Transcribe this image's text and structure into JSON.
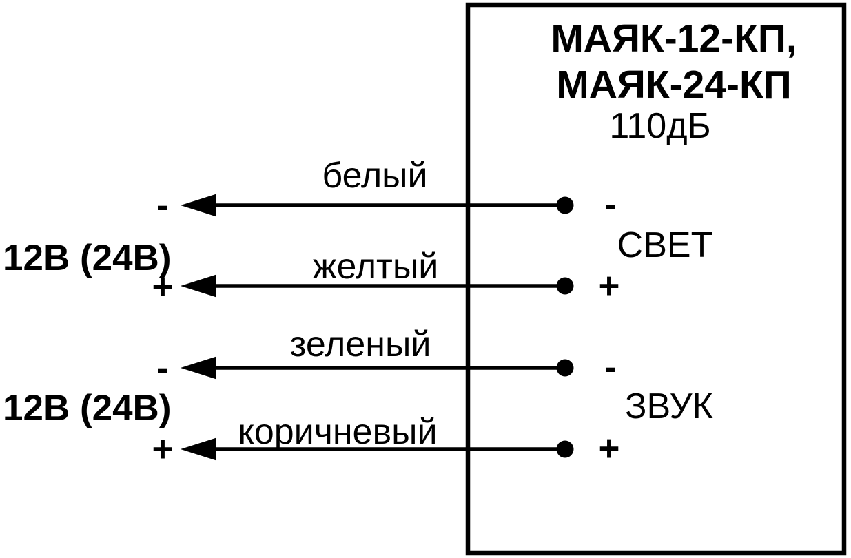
{
  "colors": {
    "ink": "#000000",
    "background": "#ffffff"
  },
  "device": {
    "title_line1": "МАЯК-12-КП,",
    "title_line2": "МАЯК-24-КП",
    "sound_level": "110дБ"
  },
  "supplies": [
    {
      "label": "12В (24В)",
      "minus": "-",
      "plus": "+"
    },
    {
      "label": "12В (24В)",
      "minus": "-",
      "plus": "+"
    }
  ],
  "wires": [
    {
      "color_name": "белый"
    },
    {
      "color_name": "желтый"
    },
    {
      "color_name": "зеленый"
    },
    {
      "color_name": "коричневый"
    }
  ],
  "terminals": [
    {
      "group": "СВЕТ",
      "minus": "-",
      "plus": "+"
    },
    {
      "group": "ЗВУК",
      "minus": "-",
      "plus": "+"
    }
  ]
}
